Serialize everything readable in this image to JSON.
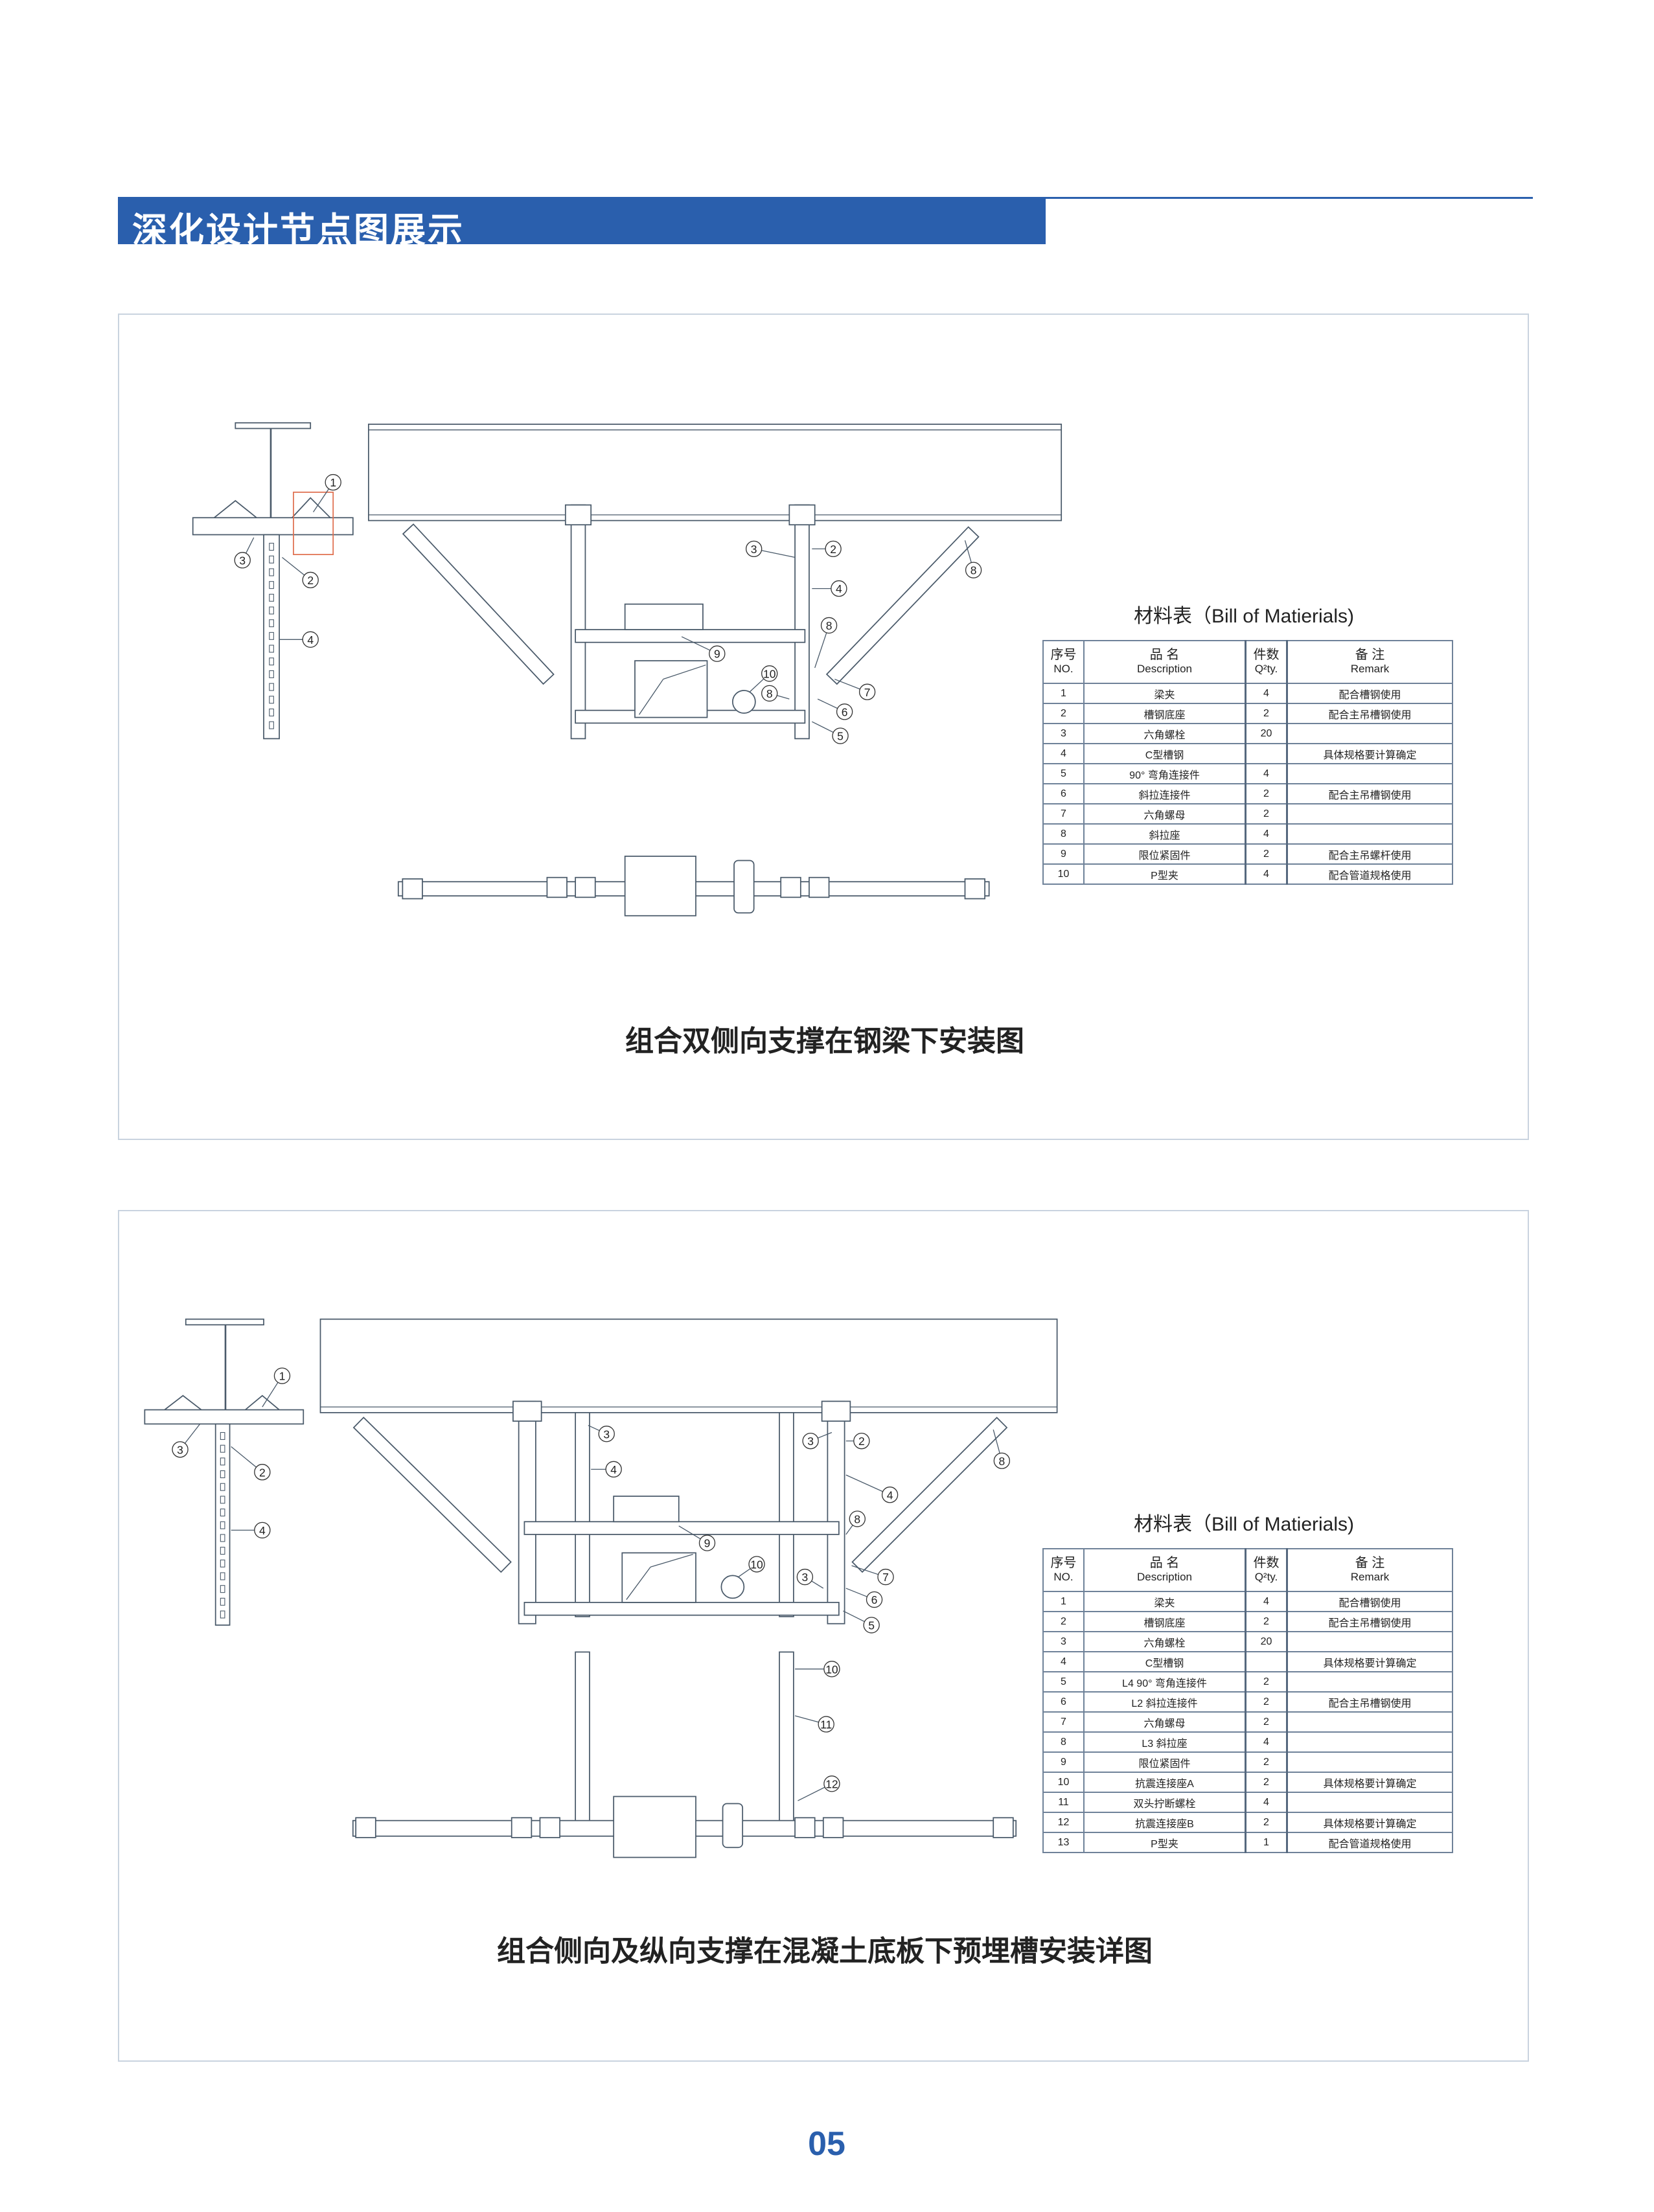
{
  "header": {
    "title": "深化设计节点图展示"
  },
  "figures": [
    {
      "caption": "组合双侧向支撑在钢梁下安装图",
      "callouts": [
        "1",
        "3",
        "2",
        "4",
        "3",
        "2",
        "4",
        "8",
        "8",
        "9",
        "10",
        "8",
        "7",
        "6",
        "5"
      ],
      "bom": {
        "title": "材料表（Bill of Matierials)",
        "headers": [
          {
            "cn": "序号",
            "en": "NO."
          },
          {
            "cn": "品 名",
            "en": "Description"
          },
          {
            "cn": "件数",
            "en": "Q²ty."
          },
          {
            "cn": "备 注",
            "en": "Remark"
          }
        ],
        "rows": [
          {
            "no": "1",
            "desc": "梁夹",
            "qty": "4",
            "remark": "配合槽钢使用"
          },
          {
            "no": "2",
            "desc": "槽钢底座",
            "qty": "2",
            "remark": "配合主吊槽钢使用"
          },
          {
            "no": "3",
            "desc": "六角螺栓",
            "qty": "20",
            "remark": ""
          },
          {
            "no": "4",
            "desc": "C型槽钢",
            "qty": "",
            "remark": "具体规格要计算确定"
          },
          {
            "no": "5",
            "desc": "90° 弯角连接件",
            "qty": "4",
            "remark": ""
          },
          {
            "no": "6",
            "desc": "斜拉连接件",
            "qty": "2",
            "remark": "配合主吊槽钢使用"
          },
          {
            "no": "7",
            "desc": "六角螺母",
            "qty": "2",
            "remark": ""
          },
          {
            "no": "8",
            "desc": "斜拉座",
            "qty": "4",
            "remark": ""
          },
          {
            "no": "9",
            "desc": "限位紧固件",
            "qty": "2",
            "remark": "配合主吊螺杆使用"
          },
          {
            "no": "10",
            "desc": "P型夹",
            "qty": "4",
            "remark": "配合管道规格使用"
          }
        ]
      }
    },
    {
      "caption": "组合侧向及纵向支撑在混凝土底板下预埋槽安装详图",
      "callouts": [
        "1",
        "3",
        "2",
        "4",
        "3",
        "4",
        "3",
        "2",
        "4",
        "8",
        "8",
        "9",
        "10",
        "3",
        "7",
        "6",
        "5",
        "10",
        "11",
        "12"
      ],
      "bom": {
        "title": "材料表（Bill of Matierials)",
        "headers": [
          {
            "cn": "序号",
            "en": "NO."
          },
          {
            "cn": "品 名",
            "en": "Description"
          },
          {
            "cn": "件数",
            "en": "Q²ty."
          },
          {
            "cn": "备 注",
            "en": "Remark"
          }
        ],
        "rows": [
          {
            "no": "1",
            "desc": "梁夹",
            "qty": "4",
            "remark": "配合槽钢使用"
          },
          {
            "no": "2",
            "desc": "槽钢底座",
            "qty": "2",
            "remark": "配合主吊槽钢使用"
          },
          {
            "no": "3",
            "desc": "六角螺栓",
            "qty": "20",
            "remark": ""
          },
          {
            "no": "4",
            "desc": "C型槽钢",
            "qty": "",
            "remark": "具体规格要计算确定"
          },
          {
            "no": "5",
            "desc": "L4 90° 弯角连接件",
            "qty": "2",
            "remark": ""
          },
          {
            "no": "6",
            "desc": "L2 斜拉连接件",
            "qty": "2",
            "remark": "配合主吊槽钢使用"
          },
          {
            "no": "7",
            "desc": "六角螺母",
            "qty": "2",
            "remark": ""
          },
          {
            "no": "8",
            "desc": "L3 斜拉座",
            "qty": "4",
            "remark": ""
          },
          {
            "no": "9",
            "desc": "限位紧固件",
            "qty": "2",
            "remark": ""
          },
          {
            "no": "10",
            "desc": "抗震连接座A",
            "qty": "2",
            "remark": "具体规格要计算确定"
          },
          {
            "no": "11",
            "desc": "双头拧断螺栓",
            "qty": "4",
            "remark": ""
          },
          {
            "no": "12",
            "desc": "抗震连接座B",
            "qty": "2",
            "remark": "具体规格要计算确定"
          },
          {
            "no": "13",
            "desc": "P型夹",
            "qty": "1",
            "remark": "配合管道规格使用"
          }
        ]
      }
    }
  ],
  "footer": {
    "page_number": "05"
  },
  "colors": {
    "brand_blue": "#2a5fad",
    "line": "#4a5a6a",
    "highlight": "#e07050"
  }
}
